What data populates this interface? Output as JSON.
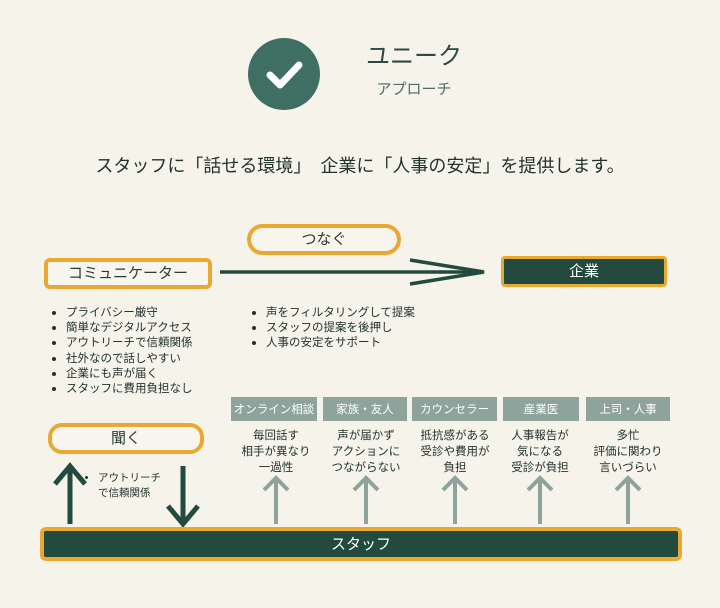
{
  "header": {
    "title": "ユニーク",
    "subtitle": "アプローチ",
    "tagline": "スタッフに「話せる環境」　企業に「人事の安定」を提供します。"
  },
  "nodes": {
    "tsunagu": "つなぐ",
    "communicator": "コミュニケーター",
    "company": "企業",
    "kiku": "聞く",
    "staff": "スタッフ"
  },
  "communicator_points": [
    "プライバシー厳守",
    "簡単なデジタルアクセス",
    "アウトリーチで信頼関係",
    "社外なので話しやすい",
    "企業にも声が届く",
    "スタッフに費用負担なし"
  ],
  "tsunagu_points": [
    "声をフィルタリングして提案",
    "スタッフの提案を後押し",
    "人事の安定をサポート"
  ],
  "outreach_note": [
    "アウトリーチ",
    "で信頼関係"
  ],
  "channels": [
    {
      "name": "オンライン相談",
      "lines": [
        "毎回話す",
        "相手が異なり",
        "一過性"
      ]
    },
    {
      "name": "家族・友人",
      "lines": [
        "声が届かず",
        "アクションに",
        "つながらない"
      ]
    },
    {
      "name": "カウンセラー",
      "lines": [
        "抵抗感がある",
        "受診や費用が",
        "負担"
      ]
    },
    {
      "name": "産業医",
      "lines": [
        "人事報告が",
        "気になる",
        "受診が負担"
      ]
    },
    {
      "name": "上司・人事",
      "lines": [
        "多忙",
        "評価に関わり",
        "言いづらい"
      ]
    }
  ],
  "colors": {
    "background": "#f5f3ea",
    "dark_green": "#234a3f",
    "accent_orange": "#e9a832",
    "muted_gray_green": "#8ea39b",
    "check_green": "#3f6f62"
  },
  "icons": {
    "check": "check-icon"
  }
}
